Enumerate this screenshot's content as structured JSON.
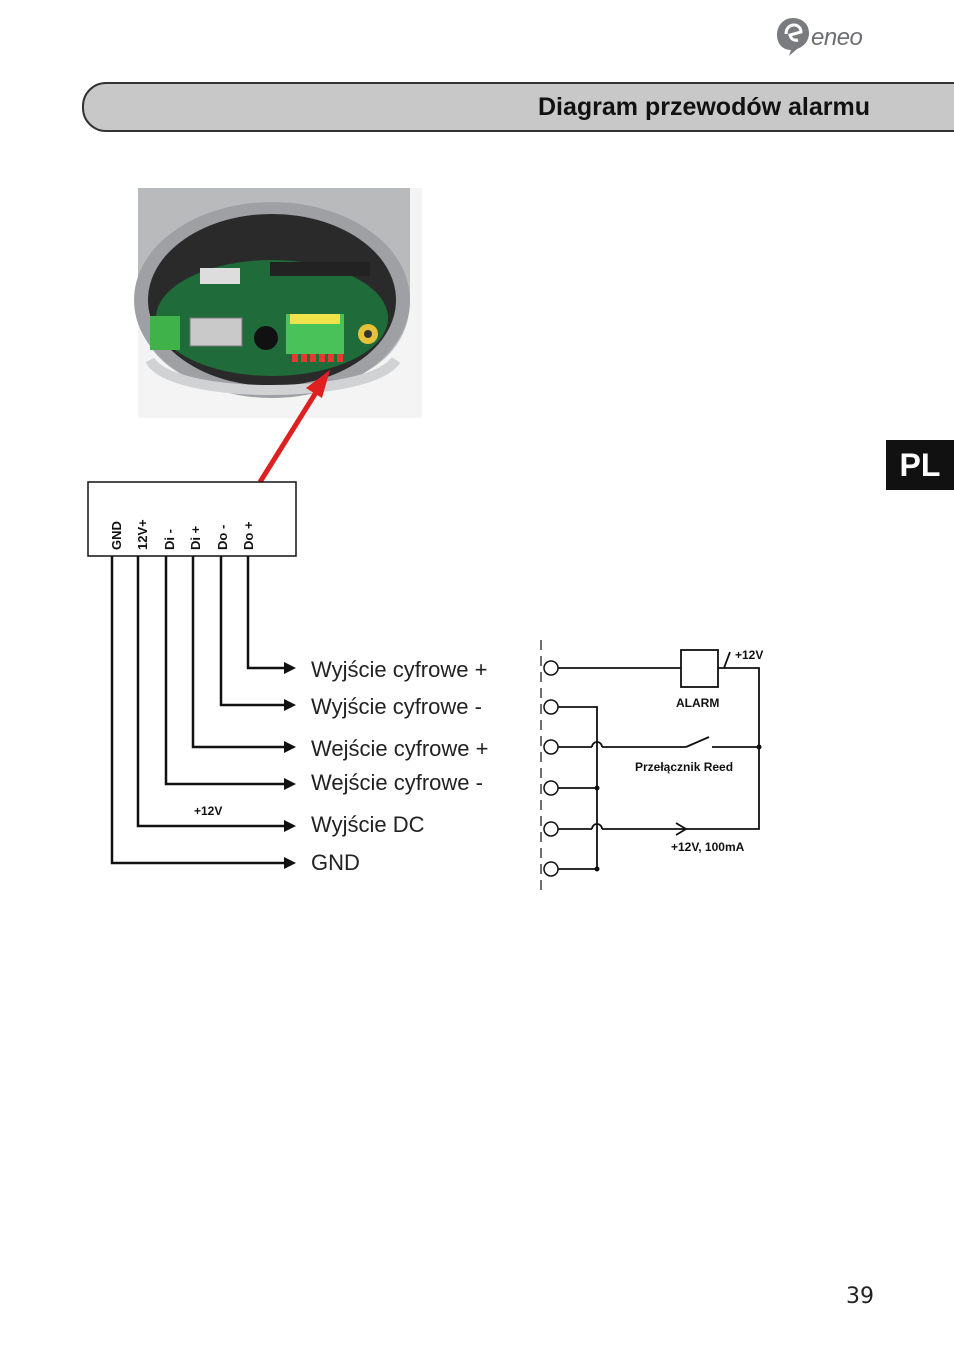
{
  "brand": {
    "logo_text": "eneo"
  },
  "header": {
    "title": "Diagram przewodów alarmu"
  },
  "language_tab": "PL",
  "connector": {
    "pins": [
      "GND",
      "12V+",
      "Di -",
      "Di +",
      "Do -",
      "Do +"
    ]
  },
  "outputs": [
    {
      "label": "Wyjście cyfrowe +"
    },
    {
      "label": "Wyjście cyfrowe -"
    },
    {
      "label": "Wejście cyfrowe +"
    },
    {
      "label": "Wejście cyfrowe -"
    },
    {
      "label": "Wyjście DC"
    },
    {
      "label": "GND"
    }
  ],
  "dc_voltage_label": "+12V",
  "circuit": {
    "alarm_voltage": "+12V",
    "alarm_label": "ALARM",
    "reed_label": "Przełącznik Reed",
    "supply_label": "+12V, 100mA"
  },
  "page_number": "39"
}
